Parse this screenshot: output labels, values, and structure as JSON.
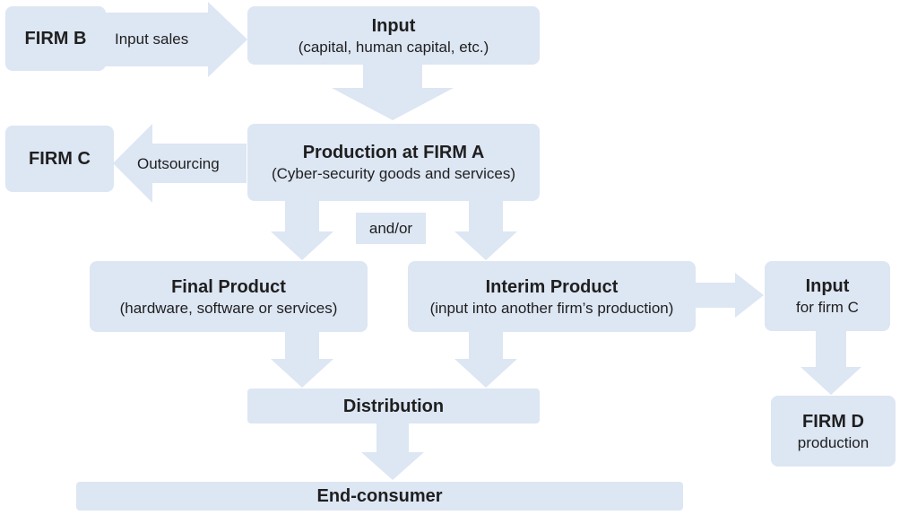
{
  "firm_b": {
    "title": "FIRM B"
  },
  "input_sales": {
    "label": "Input sales"
  },
  "input": {
    "title": "Input",
    "subtitle": "(capital, human capital, etc.)"
  },
  "firm_c": {
    "title": "FIRM C"
  },
  "outsourcing": {
    "label": "Outsourcing"
  },
  "production": {
    "title": "Production at FIRM A",
    "subtitle": "(Cyber-security goods and services)"
  },
  "and_or": {
    "label": "and/or"
  },
  "final_product": {
    "title": "Final Product",
    "subtitle": "(hardware, software or services)"
  },
  "interim_product": {
    "title": "Interim Product",
    "subtitle": "(input into another firm’s production)"
  },
  "input_firm_c": {
    "title": "Input",
    "subtitle": "for firm C"
  },
  "firm_d": {
    "title": "FIRM D",
    "subtitle": "production"
  },
  "distribution": {
    "title": "Distribution"
  },
  "end_consumer": {
    "title": "End-consumer"
  },
  "colors": {
    "box_fill": "#dde6f3",
    "text": "#1f1f1f"
  }
}
